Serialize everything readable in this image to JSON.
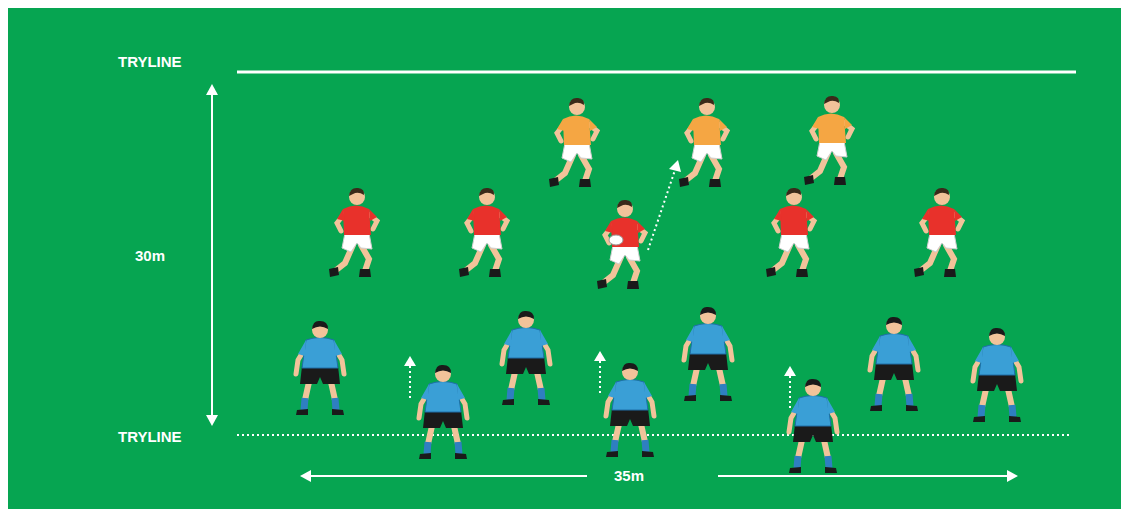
{
  "diagram": {
    "labels": [
      "TRYLINE",
      "30m",
      "TRYLINE",
      "35m"
    ]
  }
}
